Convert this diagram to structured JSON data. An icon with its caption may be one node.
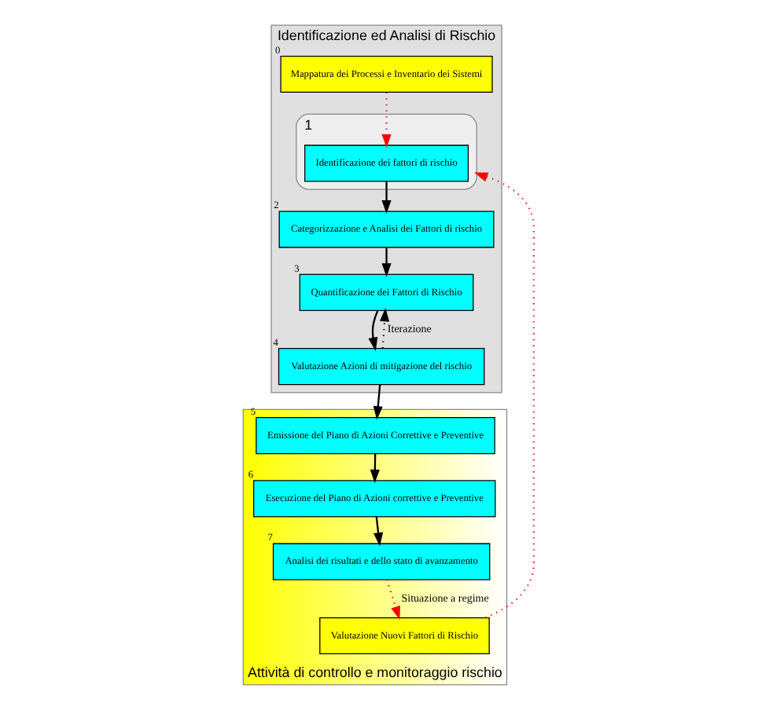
{
  "diagram": {
    "nodes": [
      {
        "text": [
          "Identificazione ed Analisi di Rischio"
        ]
      },
      {
        "text": [
          "Mappatura dei Processi e Inventario dei Sistemi"
        ],
        "in": 0,
        "beside": [
          "0"
        ]
      },
      {
        "text": [],
        "shape": "ellipse",
        "in": 0,
        "beside": [
          "1"
        ]
      },
      {
        "text": [
          "Identificazione dei fattori di rischio"
        ],
        "in": 2
      },
      {
        "text": [
          "Categorizzazione e Analisi dei Fattori di rischio"
        ],
        "in": 0,
        "beside": [
          "2"
        ]
      },
      {
        "text": [
          "Quantificazione dei Fattori di Rischio"
        ],
        "in": 0,
        "beside": [
          "3"
        ]
      },
      {
        "text": [
          "Valutazione Azioni di mitigazione del rischio"
        ],
        "in": 0,
        "beside": [
          "4"
        ]
      },
      {
        "text": [
          "Attività di controllo e monitoraggio rischio"
        ]
      },
      {
        "text": [
          "Emissione del Piano di Azioni Correttive e Preventive"
        ],
        "in": 7,
        "beside": [
          "5"
        ]
      },
      {
        "text": [
          "Esecuzione del Piano di Azioni correttive e Preventive"
        ],
        "in": 7,
        "beside": [
          "6"
        ]
      },
      {
        "text": [
          "Analisi dei risultati e dello stato di avanzamento"
        ],
        "in": 7,
        "beside": [
          "7"
        ]
      },
      {
        "text": [
          "Valutazione Nuovi Fattori di Rischio"
        ],
        "in": 7
      }
    ],
    "edges": [
      {
        "from": 1,
        "to": 3,
        "arrow": "to",
        "style": "dashed",
        "color": "#ff0000"
      },
      {
        "from": 3,
        "to": 4,
        "arrow": "to"
      },
      {
        "from": 4,
        "to": 5,
        "arrow": "to"
      },
      {
        "from": 5,
        "to": 6,
        "arrow": "to"
      },
      {
        "from": 6,
        "to": 5,
        "arrow": "to",
        "style": "dashed",
        "label": "Iterazione"
      },
      {
        "from": 6,
        "to": 8,
        "arrow": "to"
      },
      {
        "from": 8,
        "to": 9,
        "arrow": "to"
      },
      {
        "from": 9,
        "to": 10,
        "arrow": "to"
      },
      {
        "from": 10,
        "to": 11,
        "arrow": "to",
        "style": "dashed",
        "color": "#ff0000",
        "label": "Situazione a regime"
      },
      {
        "from": 11,
        "to": 2,
        "arrow": "to",
        "style": "dashed",
        "color": "#ff0000"
      }
    ]
  }
}
